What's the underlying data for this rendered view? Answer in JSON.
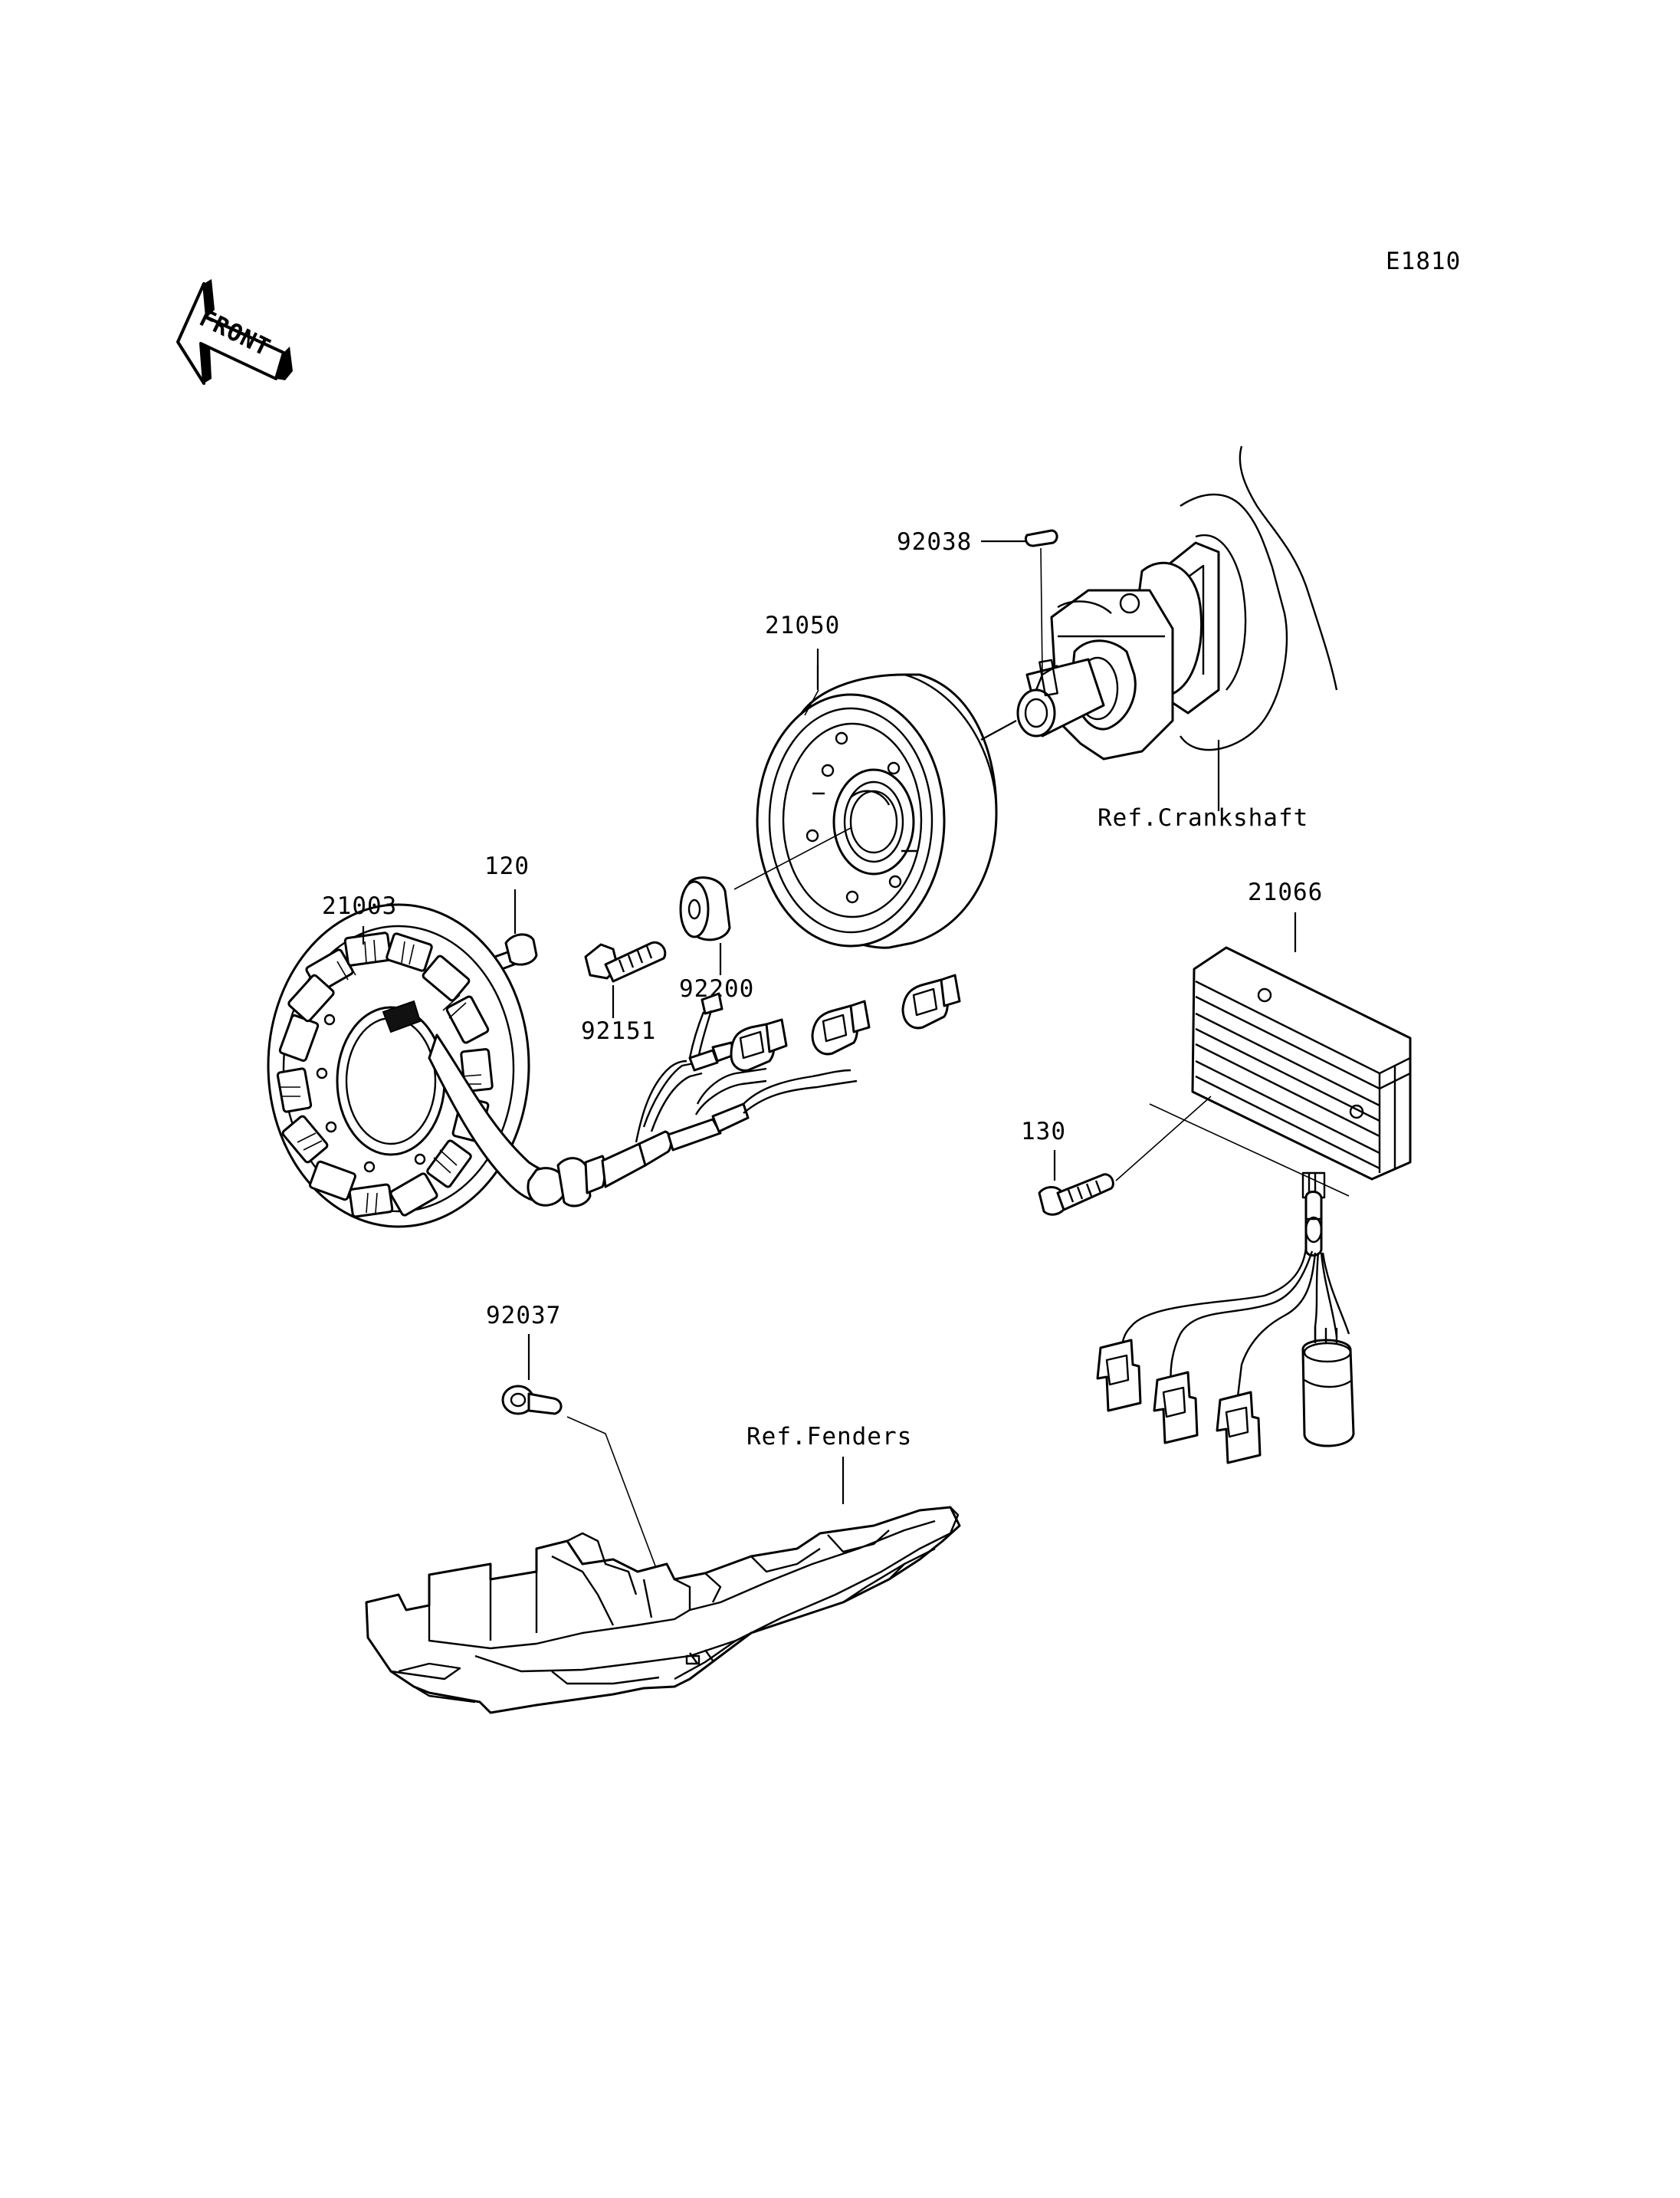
{
  "diagram_code": "E1810",
  "front_label": "FRONT",
  "labels": {
    "p92038": "92038",
    "p21050": "21050",
    "ref_crankshaft": "Ref.Crankshaft",
    "p120": "120",
    "p21003": "21003",
    "p92200": "92200",
    "p92151": "92151",
    "p21066": "21066",
    "p130": "130",
    "p92037": "92037",
    "ref_fenders": "Ref.Fenders"
  }
}
